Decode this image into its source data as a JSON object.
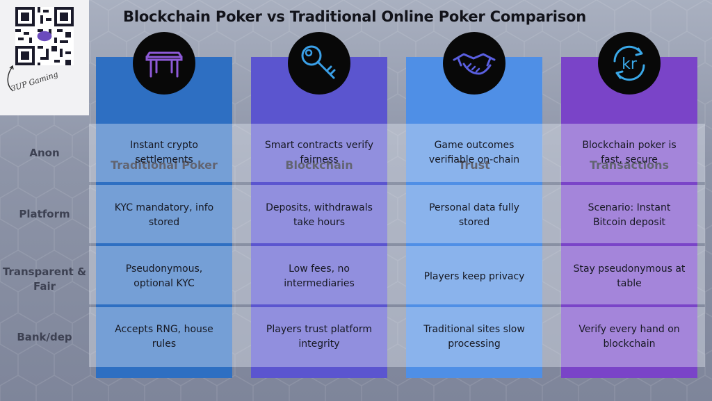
{
  "title": "Blockchain Poker vs Traditional Online Poker Comparison",
  "brand": {
    "name": "3UP Gaming",
    "qr_label": "QR code"
  },
  "columns": [
    {
      "header": "Traditional Poker",
      "icon": "table-icon",
      "color": "#2e6fc2"
    },
    {
      "header": "Blockchain",
      "icon": "key-icon",
      "color": "#5b55cf"
    },
    {
      "header": "Trust",
      "icon": "handshake-icon",
      "color": "#4f8fe6"
    },
    {
      "header": "Transactions",
      "icon": "krone-exchange-icon",
      "color": "#7a44c8"
    }
  ],
  "rows": [
    {
      "label": "Anon",
      "cells": [
        "Instant crypto settlements",
        "Smart contracts verify fairness",
        "Game outcomes verifiable on-chain",
        "Blockchain poker is fast, secure"
      ]
    },
    {
      "label": "Platform",
      "cells": [
        "KYC mandatory, info stored",
        "Deposits, withdrawals take hours",
        "Personal data fully stored",
        "Scenario: Instant Bitcoin deposit"
      ]
    },
    {
      "label": "Transparent & Fair",
      "cells": [
        "Pseudonymous, optional KYC",
        "Low fees, no intermediaries",
        "Players keep privacy",
        "Stay pseudonymous at table"
      ]
    },
    {
      "label": "Bank/dep",
      "cells": [
        "Accepts RNG, house rules",
        "Players trust platform integrity",
        "Traditional sites slow processing",
        "Verify every hand on blockchain"
      ]
    }
  ]
}
